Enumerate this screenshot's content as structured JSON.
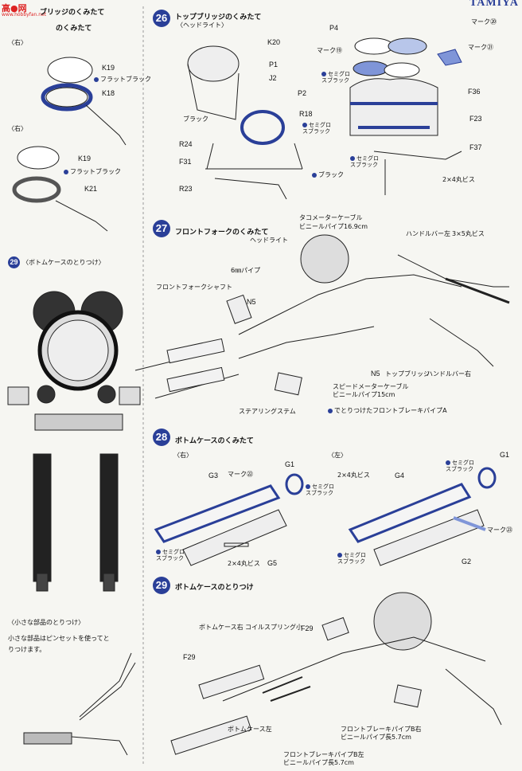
{
  "header": {
    "brand": "TAMIYA",
    "watermark_top": "高●网",
    "watermark_sub": "www.hobbyfan.net"
  },
  "left_col": {
    "title_mirror": "ブリッジのくみたて",
    "title_mirror2": "のくみたて",
    "right_tag": "〈右〉",
    "left_tag": "〈右〉",
    "k19_a": "K19",
    "k18": "K18",
    "flat_black_a": "フラットブラック",
    "k19_b": "K19",
    "k21": "K21",
    "flat_black_b": "フラットブラック",
    "step29_num": "29",
    "step29_title": "〈ボトムケースのとりつけ〉",
    "tips_title": "〈小さな部品のとりつけ〉",
    "tips_body1": "小さな部品はピンセットを使ってと",
    "tips_body2": "りつけます。"
  },
  "step26": {
    "num": "26",
    "title": "トップブリッジのくみたて",
    "sub": "〈ヘッドライト〉",
    "k20": "K20",
    "p1": "P1",
    "j2": "J2",
    "p2": "P2",
    "r18": "R18",
    "semigloss_black": "セミグロスブラック",
    "black_a": "ブラック",
    "r24": "R24",
    "f31": "F31",
    "black_b": "ブラック",
    "r23": "R23",
    "p4": "P4",
    "mark20": "マーク⑳",
    "mark19": "マーク⑲",
    "mark21": "マーク㉑",
    "semigloss_black_b": "セミグロスブラック",
    "f36": "F36",
    "f23": "F23",
    "f37": "F37",
    "semigloss_black_c": "セミグロスブラック",
    "screw": "2×4丸ビス"
  },
  "step27": {
    "num": "27",
    "title": "フロントフォークのくみたて",
    "tacho": "タコメーターケーブル",
    "tacho_pipe": "ビニールパイプ16.9cm",
    "headlight": "ヘッドライト",
    "handlebar_l": "ハンドルバー左",
    "screw": "3×5丸ビス",
    "six_pipe": "6㎜パイプ",
    "fork_shaft": "フロントフォークシャフト",
    "n5_a": "N5",
    "n5_b": "N5",
    "top_bridge": "トップブリッジ",
    "handlebar_r": "ハンドルバー右",
    "speedo": "スピードメーターケーブル",
    "speedo_pipe": "ビニールパイプ15cm",
    "stem": "ステアリングステム",
    "brake_pipe": "でとりつけたフロントブレーキパイプA"
  },
  "step28": {
    "num": "28",
    "title": "ボトムケースのくみたて",
    "right_tag": "〈右〉",
    "left_tag": "〈左〉",
    "g1_a": "G1",
    "g3": "G3",
    "mark22": "マーク㉒",
    "semigloss_a": "セミグロスブラック",
    "semigloss_b": "セミグロスブラック",
    "screw_a": "2×4丸ビス",
    "g5": "G5",
    "screw_b": "2×4丸ビス",
    "g4": "G4",
    "semigloss_c": "セミグロスブラック",
    "g1_b": "G1",
    "mark23": "マーク㉓",
    "semigloss_d": "セミグロスブラック",
    "g2": "G2"
  },
  "step29": {
    "num": "29",
    "title": "ボトムケースのとりつけ",
    "bottom_r": "ボトムケース右",
    "coil_spring": "コイルスプリング小",
    "f29_a": "F29",
    "f29_b": "F29",
    "bottom_l": "ボトムケース左",
    "brake_pipe_b": "フロントブレーキパイプB右",
    "brake_pipe_b_len": "ビニールパイプ長5.7cm",
    "brake_pipe_l": "フロントブレーキパイプB左",
    "brake_pipe_l_len": "ビニールパイプ長5.7cm"
  }
}
